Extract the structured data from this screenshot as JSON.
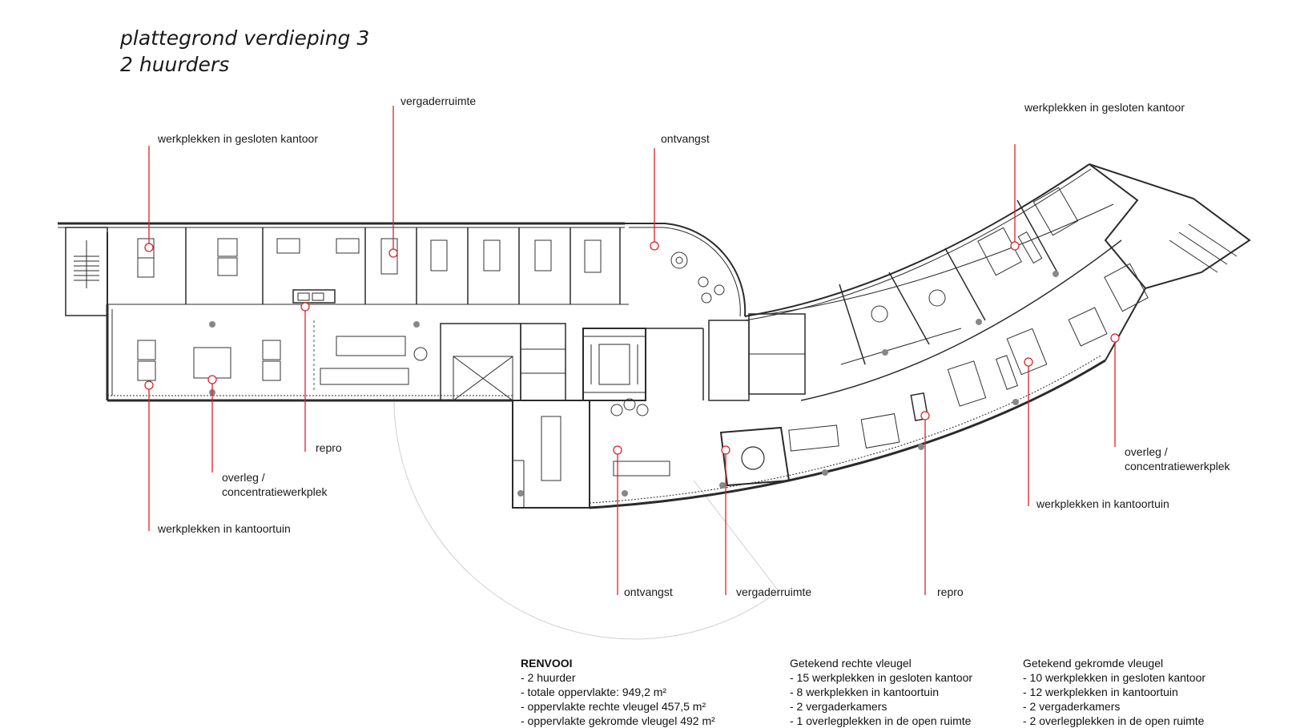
{
  "title": {
    "line1": "plattegrond verdieping 3",
    "line2": "2 huurders"
  },
  "labels": {
    "l_werk_gesloten_left": "werkplekken in gesloten kantoor",
    "l_vergader_top": "vergaderruimte",
    "l_ontvangst_top": "ontvangst",
    "l_werk_gesloten_right": "werkplekken in gesloten kantoor",
    "l_repro_left": "repro",
    "l_overleg_left_1": "overleg /",
    "l_overleg_left_2": "concentratiewerkplek",
    "l_kantoortuin_left": "werkplekken in kantoortuin",
    "l_ontvangst_bottom": "ontvangst",
    "l_vergader_bottom": "vergaderruimte",
    "l_repro_right": "repro",
    "l_overleg_right_1": "overleg /",
    "l_overleg_right_2": "concentratiewerkplek",
    "l_kantoortuin_right": "werkplekken in kantoortuin"
  },
  "legend": {
    "renvooi": {
      "heading": "RENVOOI",
      "lines": [
        "- 2 huurder",
        "- totale oppervlakte: 949,2 m²",
        "- oppervlakte rechte vleugel 457,5 m²",
        "- oppervlakte gekromde vleugel 492 m²"
      ]
    },
    "rechte": {
      "heading": "Getekend rechte  vleugel",
      "lines": [
        "- 15 werkplekken in gesloten kantoor",
        "- 8 werkplekken in kantoortuin",
        "- 2 vergaderkamers",
        "- 1 overlegplekken in de open ruimte"
      ]
    },
    "gekromde": {
      "heading": "Getekend gekromde   vleugel",
      "lines": [
        "- 10 werkplekken in gesloten kantoor",
        "- 12 werkplekken in kantoortuin",
        "- 2 vergaderkamers",
        "- 2 overlegplekken in de open ruimte"
      ]
    }
  },
  "colors": {
    "leader": "#d8232a",
    "wall": "#2b2b2b",
    "thin": "#555555",
    "light": "#bdbdbd"
  }
}
